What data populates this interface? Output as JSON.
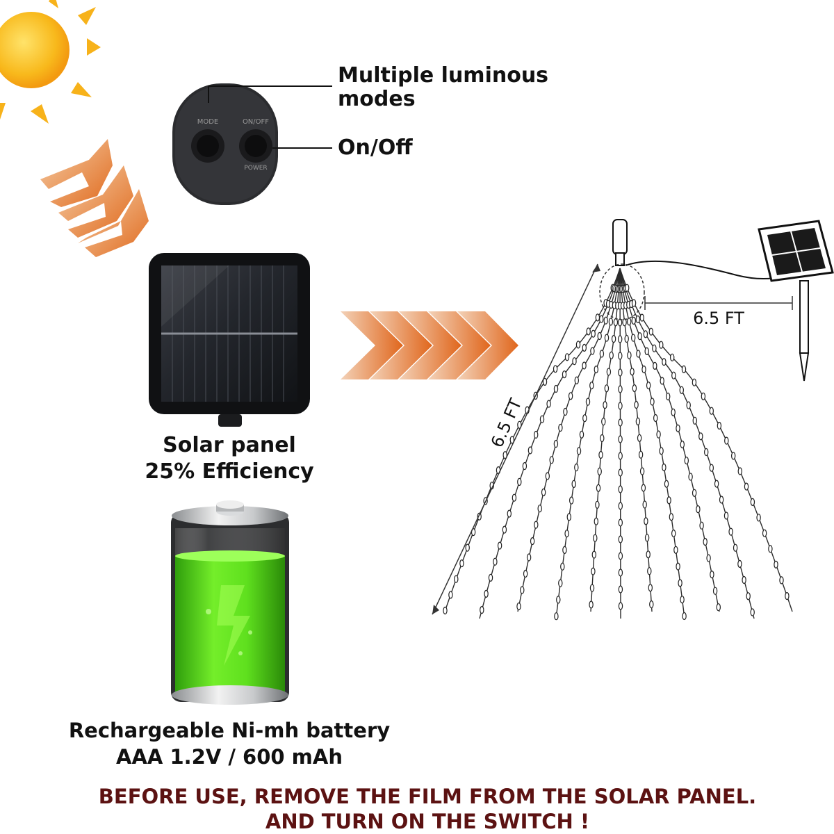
{
  "switch_box": {
    "mode_button_text": "MODE",
    "onoff_button_text": "ON/OFF",
    "power_text": "POWER",
    "callout_modes_line1": "Multiple luminous",
    "callout_modes_line2": "modes",
    "callout_onoff": "On/Off"
  },
  "solar_panel": {
    "caption_line1": "Solar panel",
    "caption_line2": "25% Efficiency"
  },
  "battery": {
    "caption_line1": "Rechargeable Ni-mh battery",
    "caption_line2": "AAA 1.2V / 600 mAh"
  },
  "dimensions": {
    "cable_length": "6.5 FT",
    "strand_length": "6.5 FT"
  },
  "warning": {
    "line1": "BEFORE USE, REMOVE THE FILM FROM THE SOLAR PANEL.",
    "line2": "AND TURN ON THE SWITCH !"
  },
  "colors": {
    "sun": "#f7b21a",
    "arrow": "#e8742a",
    "battery_fluid": "#5bdc1a",
    "warning_text": "#5c1212",
    "panel_frame": "#1a1a1a"
  }
}
